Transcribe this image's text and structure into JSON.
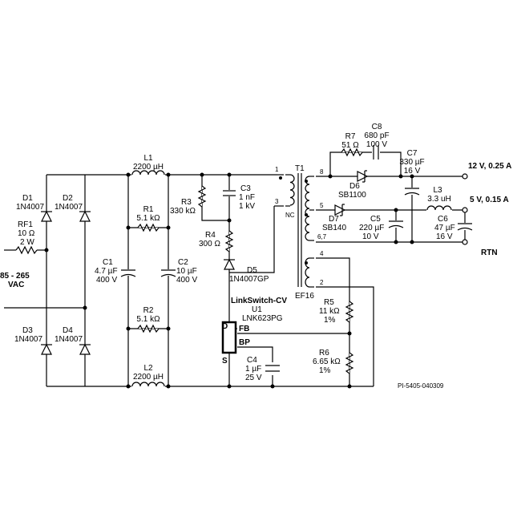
{
  "labels": {
    "L1": [
      "L1",
      "2200 µH"
    ],
    "L2": [
      "L2",
      "2200 µH"
    ],
    "D1": [
      "D1",
      "1N4007"
    ],
    "D2": [
      "D2",
      "1N4007"
    ],
    "D3": [
      "D3",
      "1N4007"
    ],
    "D4": [
      "D4",
      "1N4007"
    ],
    "RF1": [
      "RF1",
      "10 Ω",
      "2 W"
    ],
    "input": [
      "85 - 265",
      "VAC"
    ],
    "R1": [
      "R1",
      "5.1 kΩ"
    ],
    "R2": [
      "R2",
      "5.1 kΩ"
    ],
    "C1": [
      "C1",
      "4.7 µF",
      "400 V"
    ],
    "C2": [
      "C2",
      "10 µF",
      "400 V"
    ],
    "R3": [
      "R3",
      "330 kΩ"
    ],
    "C3": [
      "C3",
      "1 nF",
      "1 kV"
    ],
    "R4": [
      "R4",
      "300 Ω"
    ],
    "D5": [
      "D5",
      "1N4007GP"
    ],
    "U1": [
      "LinkSwitch-CV",
      "U1",
      "LNK623PG"
    ],
    "pinD": "D",
    "pinFB": "FB",
    "pinBP": "BP",
    "pinS": "S",
    "C4": [
      "C4",
      "1 µF",
      "25 V"
    ],
    "R5": [
      "R5",
      "11 kΩ",
      "1%"
    ],
    "R6": [
      "R6",
      "6.65 kΩ",
      "1%"
    ],
    "T1": "T1",
    "core": "EF16",
    "NC": "NC",
    "pin1": "1",
    "pin3": "3",
    "pin8": "8",
    "pin5": "5",
    "pin67": "6,7",
    "pin4": "4",
    "pin2": "2",
    "R7": [
      "R7",
      "51 Ω"
    ],
    "C8": [
      "C8",
      "680 pF",
      "100 V"
    ],
    "C7": [
      "C7",
      "330 µF",
      "16 V"
    ],
    "D6": [
      "D6",
      "SB1100"
    ],
    "D7": [
      "D7",
      "SB140"
    ],
    "C5": [
      "C5",
      "220 µF",
      "10 V"
    ],
    "L3": [
      "L3",
      "3.3 uH"
    ],
    "C6": [
      "C6",
      "47 µF",
      "16 V"
    ],
    "out12": "12 V, 0.25 A",
    "out5": "5 V, 0.15 A",
    "rtn": "RTN",
    "docid": "PI-5405-040309"
  }
}
